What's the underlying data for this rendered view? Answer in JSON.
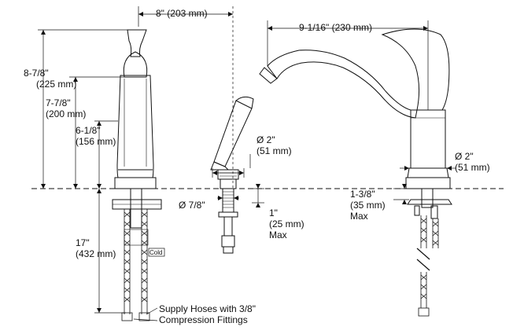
{
  "dimensions": {
    "top_width": "8\" (203 mm)",
    "spout_reach": "9-1/16\" (230 mm)",
    "height_total_in": "8-7/8\"",
    "height_total_mm": "(225 mm)",
    "height_spout_in": "7-7/8\"",
    "height_spout_mm": "(200 mm)",
    "height_body_in": "6-1/8\"",
    "height_body_mm": "(156 mm)",
    "sprayer_dia_in": "Ø 2\"",
    "sprayer_dia_mm": "(51 mm)",
    "body_dia_in": "Ø 2\"",
    "body_dia_mm": "(51 mm)",
    "hole_dia": "Ø 7/8\"",
    "deck_thickness_1_in": "1\"",
    "deck_thickness_1_mm": "(25 mm)",
    "deck_thickness_1_max": "Max",
    "deck_thickness_2_in": "1-3/8\"",
    "deck_thickness_2_mm": "(35 mm)",
    "deck_thickness_2_max": "Max",
    "hose_length_in": "17\"",
    "hose_length_mm": "(432 mm)"
  },
  "labels": {
    "cold": "Cold",
    "supply_line1": "Supply Hoses with 3/8\"",
    "supply_line2": "Compression Fittings"
  }
}
